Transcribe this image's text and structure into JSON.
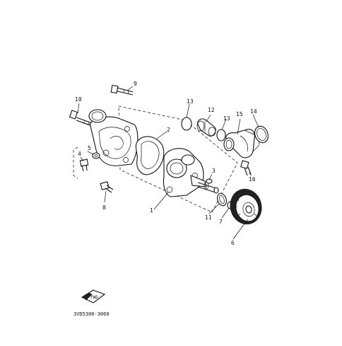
{
  "diagram": {
    "code": "3VD5300-3060",
    "front_mark": "FWD",
    "callouts": {
      "p1": "1",
      "p2": "2",
      "p3": "3",
      "p4": "4",
      "p5": "5",
      "p6": "6",
      "p7": "7",
      "p8": "8",
      "p9": "9",
      "p10": "10",
      "p11": "11",
      "p12": "12",
      "p13a": "13",
      "p13b": "13",
      "p14": "14",
      "p15": "15",
      "p16": "16"
    }
  }
}
